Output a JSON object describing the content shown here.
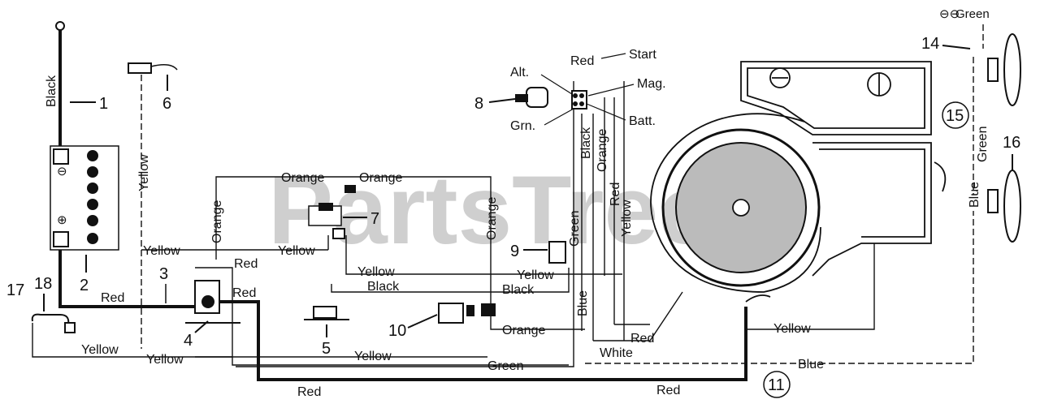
{
  "watermark": "PartsTree",
  "callouts": [
    "1",
    "2",
    "3",
    "4",
    "5",
    "6",
    "7",
    "8",
    "9",
    "10",
    "11",
    "14",
    "15",
    "16",
    "17",
    "18"
  ],
  "wire_labels": {
    "black_main": "Black",
    "yellow_left": "Yellow",
    "orange_top_left": "Orange",
    "orange_top_right": "Orange",
    "orange_vert_left": "Orange",
    "orange_vert_right": "Orange",
    "yellow_mid_left": "Yellow",
    "yellow_mid_right": "Yellow",
    "red_mid": "Red",
    "red_near_4": "Red",
    "red_battery": "Red",
    "yellow_row1": "Yellow",
    "yellow_row1b": "Yellow",
    "black_row": "Black",
    "black_row_b": "Black",
    "yellow_bottom_left": "Yellow",
    "yellow_bottom_mid": "Yellow",
    "yellow_bottom_left2": "Yellow",
    "green_bottom": "Green",
    "orange_bottom": "Orange",
    "red_bottom_left": "Red",
    "red_bottom_right": "Red",
    "red_engine": "Red",
    "white_engine": "White",
    "yellow_engine": "Yellow",
    "blue_bottom": "Blue",
    "blue_vert": "Blue",
    "green_vert": "Green",
    "black_vert": "Black",
    "orange_vert_ign": "Orange",
    "red_vert_ign": "Red",
    "yellow_vert_ign": "Yellow",
    "green_light": "Green",
    "blue_light": "Blue",
    "red_top": "Red",
    "green_legend": "Green"
  },
  "switch_terminals": {
    "alt": "Alt.",
    "start": "Start",
    "mag": "Mag.",
    "batt": "Batt.",
    "grn": "Grn."
  }
}
